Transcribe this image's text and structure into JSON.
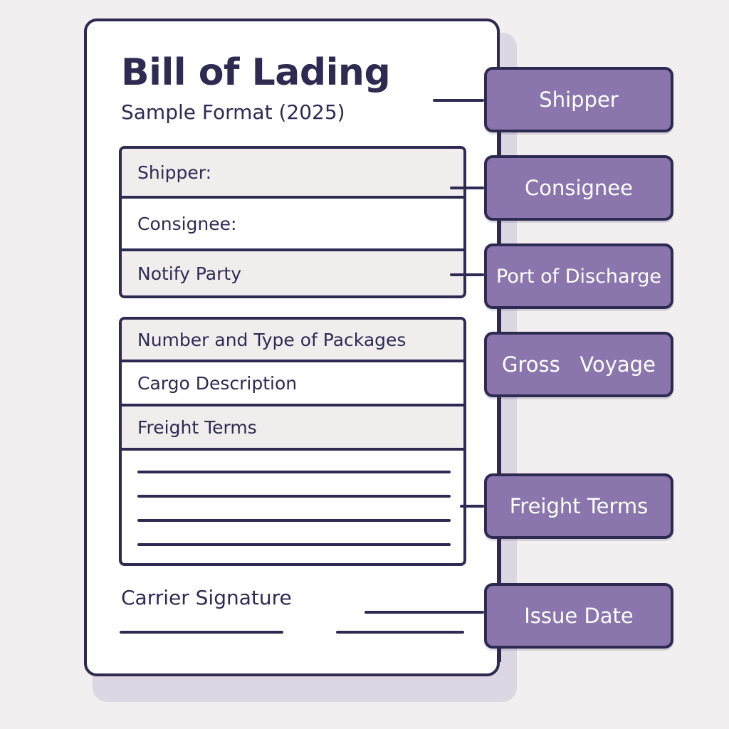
{
  "document": {
    "title": "Bill of Lading",
    "subtitle": "Sample Format (2025)"
  },
  "parties": {
    "rows": [
      "Shipper:",
      "Consignee:",
      "Notify Party"
    ]
  },
  "cargo": {
    "rows": [
      "Number and Type of Packages",
      "Cargo Description",
      "Freight Terms"
    ]
  },
  "signature": {
    "label": "Carrier Signature"
  },
  "callouts": [
    "Shipper",
    "Consignee",
    "Port of Discharge",
    "Gross   Voyage",
    "Freight Terms",
    "Issue Date"
  ],
  "colors": {
    "ink": "#2f2a52",
    "callout_fill": "#8a76ad",
    "background": "#f3eff0"
  }
}
